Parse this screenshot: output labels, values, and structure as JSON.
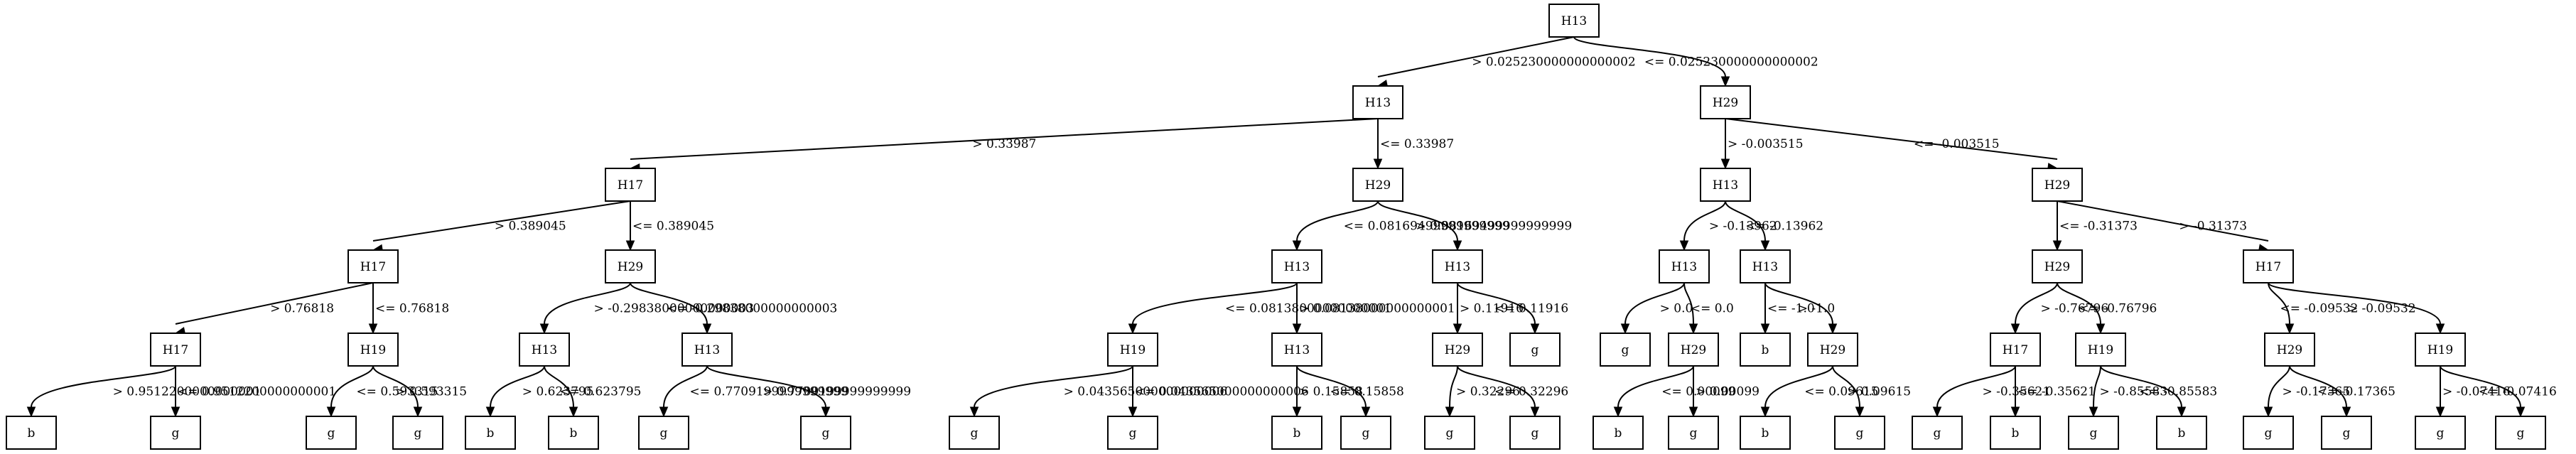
{
  "tree": {
    "nodes": [
      {
        "id": "n0",
        "label": "H13"
      },
      {
        "id": "n1",
        "label": "H13"
      },
      {
        "id": "n2",
        "label": "H29"
      },
      {
        "id": "n3",
        "label": "H17"
      },
      {
        "id": "n4",
        "label": "H29"
      },
      {
        "id": "n5",
        "label": "H13"
      },
      {
        "id": "n6",
        "label": "H29"
      },
      {
        "id": "n7",
        "label": "H17"
      },
      {
        "id": "n8",
        "label": "H29"
      },
      {
        "id": "n9",
        "label": "H13"
      },
      {
        "id": "n10",
        "label": "H13"
      },
      {
        "id": "n11",
        "label": "H13"
      },
      {
        "id": "n12",
        "label": "H13"
      },
      {
        "id": "n13",
        "label": "H29"
      },
      {
        "id": "n14",
        "label": "H17"
      },
      {
        "id": "n15",
        "label": "H17"
      },
      {
        "id": "n16",
        "label": "H19"
      },
      {
        "id": "n17",
        "label": "H13"
      },
      {
        "id": "n18",
        "label": "H13"
      },
      {
        "id": "n19",
        "label": "H19"
      },
      {
        "id": "n20",
        "label": "H13"
      },
      {
        "id": "n21",
        "label": "H29"
      },
      {
        "id": "n22",
        "label": "g"
      },
      {
        "id": "n23",
        "label": "g"
      },
      {
        "id": "n24",
        "label": "H29"
      },
      {
        "id": "n25",
        "label": "b"
      },
      {
        "id": "n26",
        "label": "H29"
      },
      {
        "id": "n27",
        "label": "H17"
      },
      {
        "id": "n28",
        "label": "H19"
      },
      {
        "id": "n29",
        "label": "H29"
      },
      {
        "id": "n30",
        "label": "H19"
      },
      {
        "id": "n31",
        "label": "b"
      },
      {
        "id": "n32",
        "label": "g"
      },
      {
        "id": "n33",
        "label": "g"
      },
      {
        "id": "n34",
        "label": "g"
      },
      {
        "id": "n35",
        "label": "b"
      },
      {
        "id": "n36",
        "label": "b"
      },
      {
        "id": "n37",
        "label": "g"
      },
      {
        "id": "n38",
        "label": "g"
      },
      {
        "id": "n39",
        "label": "g"
      },
      {
        "id": "n40",
        "label": "g"
      },
      {
        "id": "n41",
        "label": "b"
      },
      {
        "id": "n42",
        "label": "g"
      },
      {
        "id": "n43",
        "label": "g"
      },
      {
        "id": "n44",
        "label": "g"
      },
      {
        "id": "n45",
        "label": "b"
      },
      {
        "id": "n46",
        "label": "g"
      },
      {
        "id": "n47",
        "label": "b"
      },
      {
        "id": "n48",
        "label": "g"
      },
      {
        "id": "n49",
        "label": "g"
      },
      {
        "id": "n50",
        "label": "b"
      },
      {
        "id": "n51",
        "label": "g"
      },
      {
        "id": "n52",
        "label": "b"
      },
      {
        "id": "n53",
        "label": "g"
      },
      {
        "id": "n54",
        "label": "g"
      },
      {
        "id": "n55",
        "label": "g"
      },
      {
        "id": "n56",
        "label": "g"
      }
    ],
    "edges": [
      {
        "from": "n0",
        "to": "n1",
        "label": "> 0.025230000000000002"
      },
      {
        "from": "n0",
        "to": "n2",
        "label": "<= 0.025230000000000002"
      },
      {
        "from": "n1",
        "to": "n3",
        "label": "> 0.33987"
      },
      {
        "from": "n1",
        "to": "n4",
        "label": "<= 0.33987"
      },
      {
        "from": "n2",
        "to": "n5",
        "label": "> -0.003515"
      },
      {
        "from": "n2",
        "to": "n6",
        "label": "<= -0.003515"
      },
      {
        "from": "n3",
        "to": "n7",
        "label": "> 0.389045"
      },
      {
        "from": "n3",
        "to": "n8",
        "label": "<= 0.389045"
      },
      {
        "from": "n4",
        "to": "n9",
        "label": "<= 0.08169499999999999"
      },
      {
        "from": "n4",
        "to": "n10",
        "label": "> 0.08169499999999999"
      },
      {
        "from": "n5",
        "to": "n11",
        "label": "> -0.13962"
      },
      {
        "from": "n5",
        "to": "n12",
        "label": "<= -0.13962"
      },
      {
        "from": "n6",
        "to": "n13",
        "label": "<= -0.31373"
      },
      {
        "from": "n6",
        "to": "n14",
        "label": "> -0.31373"
      },
      {
        "from": "n7",
        "to": "n15",
        "label": "> 0.76818"
      },
      {
        "from": "n7",
        "to": "n16",
        "label": "<= 0.76818"
      },
      {
        "from": "n8",
        "to": "n17",
        "label": "> -0.29838000000000003"
      },
      {
        "from": "n8",
        "to": "n18",
        "label": "<= -0.29838000000000003"
      },
      {
        "from": "n9",
        "to": "n19",
        "label": "<= 0.08138000000000001"
      },
      {
        "from": "n9",
        "to": "n20",
        "label": "> 0.08138000000000001"
      },
      {
        "from": "n10",
        "to": "n21",
        "label": "> 0.11916"
      },
      {
        "from": "n10",
        "to": "n22",
        "label": "<= 0.11916"
      },
      {
        "from": "n11",
        "to": "n23",
        "label": "> 0.0"
      },
      {
        "from": "n11",
        "to": "n24",
        "label": "<= 0.0"
      },
      {
        "from": "n12",
        "to": "n25",
        "label": "<= -1.0"
      },
      {
        "from": "n12",
        "to": "n26",
        "label": "> -1.0"
      },
      {
        "from": "n13",
        "to": "n27",
        "label": "> -0.76796"
      },
      {
        "from": "n13",
        "to": "n28",
        "label": "<= -0.76796"
      },
      {
        "from": "n14",
        "to": "n29",
        "label": "<= -0.09532"
      },
      {
        "from": "n14",
        "to": "n30",
        "label": "> -0.09532"
      },
      {
        "from": "n15",
        "to": "n31",
        "label": "> 0.9512200000000001"
      },
      {
        "from": "n15",
        "to": "n32",
        "label": "<= 0.9512200000000001"
      },
      {
        "from": "n16",
        "to": "n33",
        "label": "<= 0.593315"
      },
      {
        "from": "n16",
        "to": "n34",
        "label": "> 0.593315"
      },
      {
        "from": "n17",
        "to": "n35",
        "label": "> 0.623795"
      },
      {
        "from": "n17",
        "to": "n36",
        "label": "<= 0.623795"
      },
      {
        "from": "n18",
        "to": "n37",
        "label": "<= 0.7709199999999999"
      },
      {
        "from": "n18",
        "to": "n38",
        "label": "> 0.7709199999999999"
      },
      {
        "from": "n19",
        "to": "n39",
        "label": "> 0.043565000000000006"
      },
      {
        "from": "n19",
        "to": "n40",
        "label": "<= 0.043565000000000006"
      },
      {
        "from": "n20",
        "to": "n41",
        "label": "> 0.15858"
      },
      {
        "from": "n20",
        "to": "n42",
        "label": "<= 0.15858"
      },
      {
        "from": "n21",
        "to": "n43",
        "label": "> 0.32296"
      },
      {
        "from": "n21",
        "to": "n44",
        "label": "<= 0.32296"
      },
      {
        "from": "n24",
        "to": "n45",
        "label": "<= 0.00099"
      },
      {
        "from": "n24",
        "to": "n46",
        "label": "> 0.00099"
      },
      {
        "from": "n26",
        "to": "n47",
        "label": "<= 0.09615"
      },
      {
        "from": "n26",
        "to": "n48",
        "label": "> 0.09615"
      },
      {
        "from": "n27",
        "to": "n49",
        "label": "> -0.35621"
      },
      {
        "from": "n27",
        "to": "n50",
        "label": "<= -0.35621"
      },
      {
        "from": "n28",
        "to": "n51",
        "label": "> -0.85583"
      },
      {
        "from": "n28",
        "to": "n52",
        "label": "<= -0.85583"
      },
      {
        "from": "n29",
        "to": "n53",
        "label": "> -0.17365"
      },
      {
        "from": "n29",
        "to": "n54",
        "label": "<= -0.17365"
      },
      {
        "from": "n30",
        "to": "n55",
        "label": "> -0.07416"
      },
      {
        "from": "n30",
        "to": "n56",
        "label": "<= -0.07416"
      }
    ]
  }
}
